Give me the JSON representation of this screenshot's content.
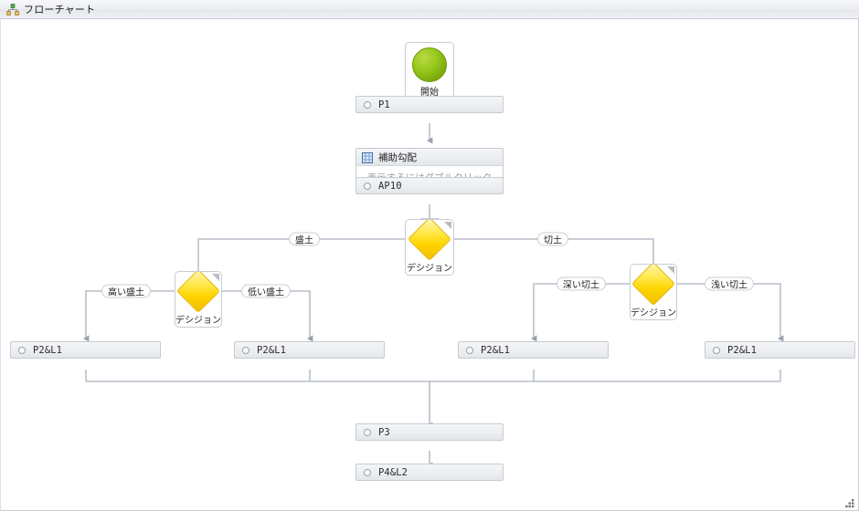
{
  "window": {
    "tab_title": "フローチャート",
    "tab_icon": "hierarchy-icon",
    "resize_grip_icon": "resize-grip-icon"
  },
  "colors": {
    "start_node_green": "#9ac91f",
    "decision_yellow": "#ffd400",
    "bar_fill": "#eceef1",
    "bar_border": "#c6cbd2",
    "edge_line": "#b9bfc9",
    "canvas_bg": "#ffffff",
    "hint_text": "#9a9ea6"
  },
  "nodes": {
    "start": {
      "caption": "開始",
      "icon": "green-circle-icon"
    },
    "p1": {
      "label": "P1",
      "icon": "process-ring-icon"
    },
    "subflow": {
      "title": "補助勾配",
      "hint": "表示するにはダブルクリック",
      "icon": "grid-table-icon"
    },
    "ap10": {
      "label": "AP10",
      "icon": "process-ring-icon"
    },
    "decision_main": {
      "caption": "デシジョン",
      "icon": "decision-diamond-icon"
    },
    "decision_left": {
      "caption": "デシジョン",
      "icon": "decision-diamond-icon"
    },
    "decision_right": {
      "caption": "デシジョン",
      "icon": "decision-diamond-icon"
    },
    "p2l1_a": {
      "label": "P2&L1",
      "icon": "process-ring-icon"
    },
    "p2l1_b": {
      "label": "P2&L1",
      "icon": "process-ring-icon"
    },
    "p2l1_c": {
      "label": "P2&L1",
      "icon": "process-ring-icon"
    },
    "p2l1_d": {
      "label": "P2&L1",
      "icon": "process-ring-icon"
    },
    "p3": {
      "label": "P3",
      "icon": "process-ring-icon"
    },
    "p4l2": {
      "label": "P4&L2",
      "icon": "process-ring-icon"
    }
  },
  "edge_labels": {
    "fill": "盛土",
    "cut": "切土",
    "high_fill": "高い盛土",
    "low_fill": "低い盛土",
    "deep_cut": "深い切土",
    "shallow_cut": "浅い切土"
  }
}
